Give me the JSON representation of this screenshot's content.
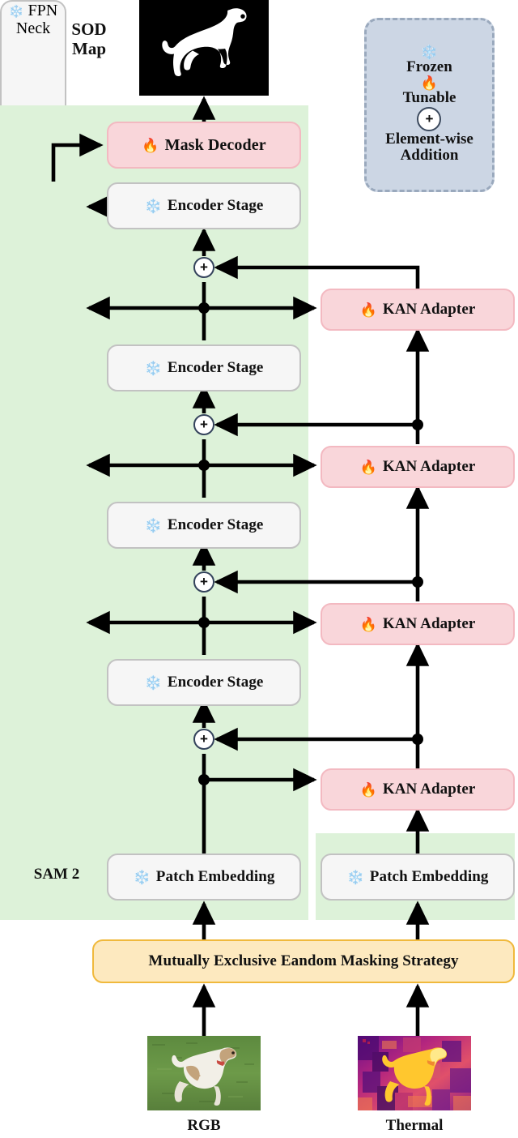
{
  "title": "SAM 2 KAN-Adapter RGB-Thermal SOD architecture",
  "output": {
    "label": "SOD\nMap",
    "label_line1": "SOD",
    "label_line2": "Map",
    "image_name": "sod-map-dog-silhouette"
  },
  "legend": {
    "frozen_icon": "snowflake-icon",
    "frozen_label": "Frozen",
    "tunable_icon": "flame-icon",
    "tunable_label": "Tunable",
    "addition_icon": "plus-circle-icon",
    "addition_label_line1": "Element-wise",
    "addition_label_line2": "Addition",
    "bg_color": "#ccd6e4",
    "border_color": "#9aa9bd"
  },
  "framework": {
    "name": "SAM 2",
    "bg_color": "#ddf2d9"
  },
  "blocks": {
    "mask_decoder": {
      "label": "Mask Decoder",
      "icon": "flame-icon",
      "state": "tunable",
      "color": "#f9d6da"
    },
    "fpn_neck": {
      "label_line1": "FPN",
      "label_line2": "Neck",
      "icon": "snowflake-icon",
      "state": "frozen",
      "color": "#f6f6f6"
    },
    "encoder_stages": [
      {
        "label": "Encoder Stage",
        "icon": "snowflake-icon",
        "state": "frozen"
      },
      {
        "label": "Encoder Stage",
        "icon": "snowflake-icon",
        "state": "frozen"
      },
      {
        "label": "Encoder Stage",
        "icon": "snowflake-icon",
        "state": "frozen"
      },
      {
        "label": "Encoder Stage",
        "icon": "snowflake-icon",
        "state": "frozen"
      }
    ],
    "kan_adapters": [
      {
        "label": "KAN Adapter",
        "icon": "flame-icon",
        "state": "tunable"
      },
      {
        "label": "KAN Adapter",
        "icon": "flame-icon",
        "state": "tunable"
      },
      {
        "label": "KAN Adapter",
        "icon": "flame-icon",
        "state": "tunable"
      },
      {
        "label": "KAN Adapter",
        "icon": "flame-icon",
        "state": "tunable"
      }
    ],
    "patch_embedding_rgb": {
      "label": "Patch Embedding",
      "icon": "snowflake-icon",
      "state": "frozen"
    },
    "patch_embedding_thermal": {
      "label": "Patch Embedding",
      "icon": "snowflake-icon",
      "state": "frozen"
    },
    "masking_strategy": {
      "label": "Mutually Exclusive Eandom Masking Strategy",
      "color": "#fde9bf",
      "border": "#f0b93c"
    }
  },
  "inputs": {
    "rgb": {
      "label": "RGB",
      "image_name": "rgb-dog-on-grass-photo"
    },
    "thermal": {
      "label": "Thermal",
      "image_name": "thermal-dog-infrared-photo"
    }
  },
  "nodes": {
    "addition_symbol": "+"
  },
  "colors": {
    "green_region": "#ddf2d9",
    "pink_block": "#f9d6da",
    "pink_border": "#f3b9c1",
    "gray_block": "#f6f6f6",
    "gray_border": "#c2c2c2",
    "orange_block": "#fde9bf",
    "orange_border": "#f0b93c",
    "legend_fill": "#ccd6e4",
    "arrow": "#000000"
  }
}
